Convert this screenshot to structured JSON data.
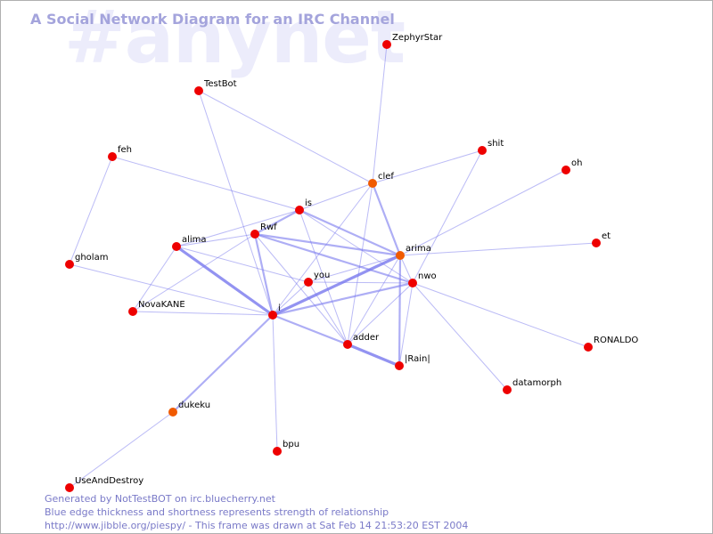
{
  "watermark": "#anynet",
  "title": "A Social Network Diagram for an IRC Channel",
  "footer": {
    "line1": "Generated by NotTestBOT on irc.bluecherry.net",
    "line2": "Blue edge thickness and shortness represents strength of relationship",
    "line3": "http://www.jibble.org/piespy/ - This frame was drawn at Sat Feb 14 21:53:20 EST 2004"
  },
  "colors": {
    "node": "#ee0000",
    "node_recent": "#f05a00",
    "edge": "#7878ee",
    "title": "#a4a4dc",
    "watermark": "#ececfb",
    "footer": "#7a7ac8"
  },
  "nodes": [
    {
      "id": "ZephyrStar",
      "label": "ZephyrStar",
      "recent": false
    },
    {
      "id": "TestBot",
      "label": "TestBot",
      "recent": false
    },
    {
      "id": "feh",
      "label": "feh",
      "recent": false
    },
    {
      "id": "shit",
      "label": "shit",
      "recent": false
    },
    {
      "id": "oh",
      "label": "oh",
      "recent": false
    },
    {
      "id": "clef",
      "label": "clef",
      "recent": true
    },
    {
      "id": "is",
      "label": "is",
      "recent": false
    },
    {
      "id": "Rwf",
      "label": "Rwf",
      "recent": false
    },
    {
      "id": "alima",
      "label": "alima",
      "recent": false
    },
    {
      "id": "arima",
      "label": "arima",
      "recent": true
    },
    {
      "id": "et",
      "label": "et",
      "recent": false
    },
    {
      "id": "gholam",
      "label": "gholam",
      "recent": false
    },
    {
      "id": "you",
      "label": "you",
      "recent": false
    },
    {
      "id": "nwo",
      "label": "nwo",
      "recent": false
    },
    {
      "id": "NovaKANE",
      "label": "NovaKANE",
      "recent": false
    },
    {
      "id": "i",
      "label": "i",
      "recent": false
    },
    {
      "id": "adder",
      "label": "adder",
      "recent": false
    },
    {
      "id": "RONALDO",
      "label": "RONALDO",
      "recent": false
    },
    {
      "id": "Rain",
      "label": "|Rain|",
      "recent": false
    },
    {
      "id": "datamorph",
      "label": "datamorph",
      "recent": false
    },
    {
      "id": "dukeku",
      "label": "dukeku",
      "recent": true
    },
    {
      "id": "bpu",
      "label": "bpu",
      "recent": false
    },
    {
      "id": "UseAndDestroy",
      "label": "UseAndDestroy",
      "recent": false
    }
  ],
  "edges": [
    {
      "source": "ZephyrStar",
      "target": "clef",
      "strength": 1
    },
    {
      "source": "TestBot",
      "target": "clef",
      "strength": 1
    },
    {
      "source": "TestBot",
      "target": "i",
      "strength": 1
    },
    {
      "source": "feh",
      "target": "is",
      "strength": 1
    },
    {
      "source": "feh",
      "target": "gholam",
      "strength": 1
    },
    {
      "source": "shit",
      "target": "clef",
      "strength": 1
    },
    {
      "source": "shit",
      "target": "nwo",
      "strength": 1
    },
    {
      "source": "oh",
      "target": "arima",
      "strength": 1
    },
    {
      "source": "clef",
      "target": "is",
      "strength": 1
    },
    {
      "source": "clef",
      "target": "arima",
      "strength": 2
    },
    {
      "source": "clef",
      "target": "i",
      "strength": 1
    },
    {
      "source": "clef",
      "target": "adder",
      "strength": 1
    },
    {
      "source": "is",
      "target": "Rwf",
      "strength": 2
    },
    {
      "source": "is",
      "target": "alima",
      "strength": 1
    },
    {
      "source": "is",
      "target": "arima",
      "strength": 2
    },
    {
      "source": "is",
      "target": "nwo",
      "strength": 1
    },
    {
      "source": "is",
      "target": "adder",
      "strength": 1
    },
    {
      "source": "Rwf",
      "target": "alima",
      "strength": 1
    },
    {
      "source": "Rwf",
      "target": "arima",
      "strength": 2
    },
    {
      "source": "Rwf",
      "target": "nwo",
      "strength": 2
    },
    {
      "source": "Rwf",
      "target": "i",
      "strength": 2
    },
    {
      "source": "Rwf",
      "target": "NovaKANE",
      "strength": 1
    },
    {
      "source": "Rwf",
      "target": "adder",
      "strength": 1
    },
    {
      "source": "alima",
      "target": "i",
      "strength": 3
    },
    {
      "source": "alima",
      "target": "NovaKANE",
      "strength": 1
    },
    {
      "source": "alima",
      "target": "you",
      "strength": 1
    },
    {
      "source": "arima",
      "target": "i",
      "strength": 3
    },
    {
      "source": "arima",
      "target": "nwo",
      "strength": 1
    },
    {
      "source": "arima",
      "target": "et",
      "strength": 1
    },
    {
      "source": "arima",
      "target": "you",
      "strength": 1
    },
    {
      "source": "arima",
      "target": "adder",
      "strength": 1
    },
    {
      "source": "arima",
      "target": "Rain",
      "strength": 2
    },
    {
      "source": "you",
      "target": "nwo",
      "strength": 1
    },
    {
      "source": "you",
      "target": "i",
      "strength": 1
    },
    {
      "source": "you",
      "target": "adder",
      "strength": 1
    },
    {
      "source": "nwo",
      "target": "i",
      "strength": 2
    },
    {
      "source": "nwo",
      "target": "adder",
      "strength": 1
    },
    {
      "source": "nwo",
      "target": "Rain",
      "strength": 1
    },
    {
      "source": "nwo",
      "target": "RONALDO",
      "strength": 1
    },
    {
      "source": "nwo",
      "target": "datamorph",
      "strength": 1
    },
    {
      "source": "gholam",
      "target": "i",
      "strength": 1
    },
    {
      "source": "NovaKANE",
      "target": "i",
      "strength": 1
    },
    {
      "source": "i",
      "target": "adder",
      "strength": 2
    },
    {
      "source": "i",
      "target": "dukeku",
      "strength": 2
    },
    {
      "source": "i",
      "target": "bpu",
      "strength": 1
    },
    {
      "source": "adder",
      "target": "Rain",
      "strength": 3
    },
    {
      "source": "dukeku",
      "target": "UseAndDestroy",
      "strength": 1
    }
  ]
}
